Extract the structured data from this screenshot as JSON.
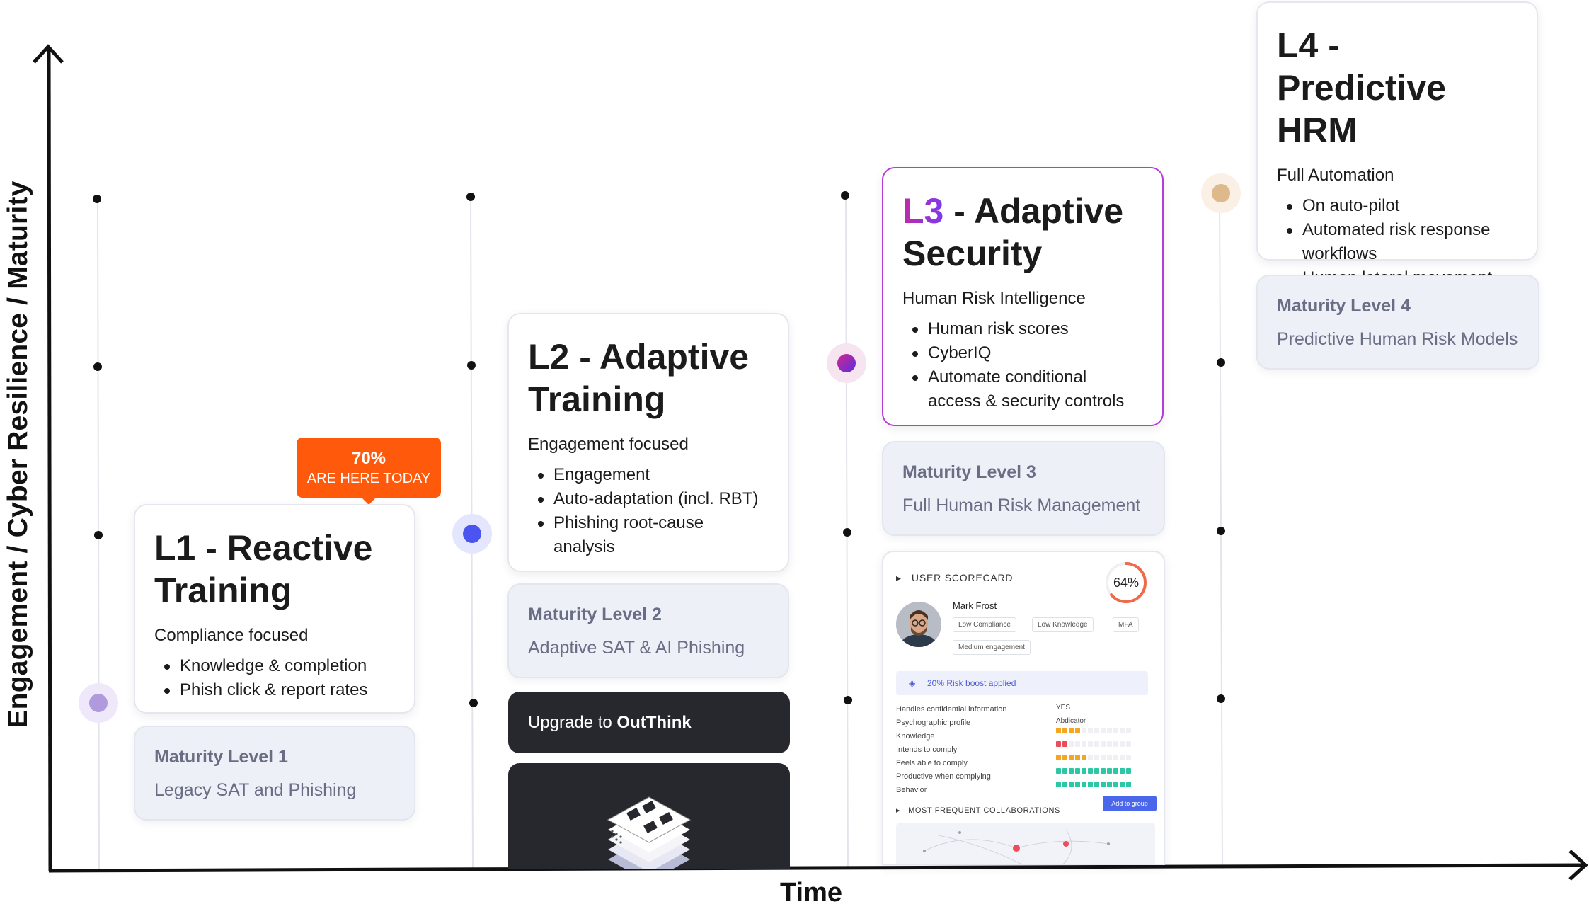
{
  "axes": {
    "y_label": "Engagement / Cyber Resilience / Maturity",
    "x_label": "Time"
  },
  "badge": {
    "percent": "70%",
    "text": "ARE HERE TODAY",
    "color": "#ff5a0c"
  },
  "levels": [
    {
      "title": "L1 - Reactive Training",
      "focus": "Compliance focused",
      "bullets": [
        "Knowledge & completion",
        "Phish click & report rates"
      ],
      "maturity_title": "Maturity Level 1",
      "maturity_subtitle": "Legacy SAT and Phishing",
      "dot_color": "#a889d6"
    },
    {
      "title": "L2 - Adaptive Training",
      "focus": "Engagement focused",
      "bullets": [
        "Engagement",
        "Auto-adaptation (incl. RBT)",
        "Phishing root-cause analysis"
      ],
      "maturity_title": "Maturity Level 2",
      "maturity_subtitle": "Adaptive SAT & AI Phishing",
      "dot_color": "#4a55f0"
    },
    {
      "title_prefix": "L3",
      "title_rest": " - Adaptive Security",
      "focus": "Human Risk Intelligence",
      "bullets": [
        "Human risk scores",
        "CyberIQ",
        "Automate conditional access & security controls"
      ],
      "maturity_title": "Maturity Level 3",
      "maturity_subtitle": "Full Human Risk Management",
      "dot_color": "#9b2fd6"
    },
    {
      "title": "L4 - Predictive HRM",
      "focus": "Full Automation",
      "bullets": [
        "On auto-pilot",
        "Automated risk response workflows",
        "Human lateral movement"
      ],
      "maturity_title": "Maturity Level 4",
      "maturity_subtitle": "Predictive Human Risk Models",
      "dot_color": "#d9b68a"
    }
  ],
  "upgrade": {
    "prefix": "Upgrade to ",
    "brand": "OutThink"
  },
  "scorecard": {
    "header": "USER SCORECARD",
    "score": "64%",
    "score_value": 0.64,
    "user_name": "Mark Frost",
    "tags": [
      "Low Compliance",
      "Low Knowledge",
      "MFA",
      "Medium engagement"
    ],
    "boost": "20% Risk boost applied",
    "factors": [
      {
        "label": "Handles confidential information",
        "value": "YES"
      },
      {
        "label": "Psychographic profile",
        "value": "Abdicator"
      },
      {
        "label": "Knowledge",
        "level": 4,
        "color": "#f5a623"
      },
      {
        "label": "Intends to comply",
        "level": 2,
        "color": "#ec4d5b"
      },
      {
        "label": "Feels able to comply",
        "level": 5,
        "color": "#f5a623"
      },
      {
        "label": "Productive when complying",
        "level": 12,
        "color": "#2ec7a6"
      },
      {
        "label": "Behavior",
        "level": 12,
        "color": "#2ec7a6"
      }
    ],
    "add_button": "Add to group",
    "collab_header": "MOST FREQUENT COLLABORATIONS"
  }
}
